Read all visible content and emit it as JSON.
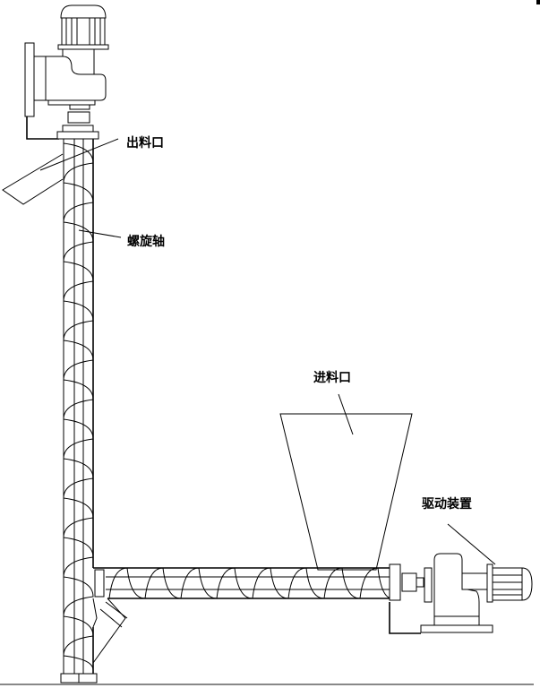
{
  "labels": {
    "outlet": "出料口",
    "screw_shaft": "螺旋轴",
    "inlet": "进料口",
    "drive": "驱动装置"
  },
  "colors": {
    "line": "#000000",
    "ground": "#888888"
  }
}
